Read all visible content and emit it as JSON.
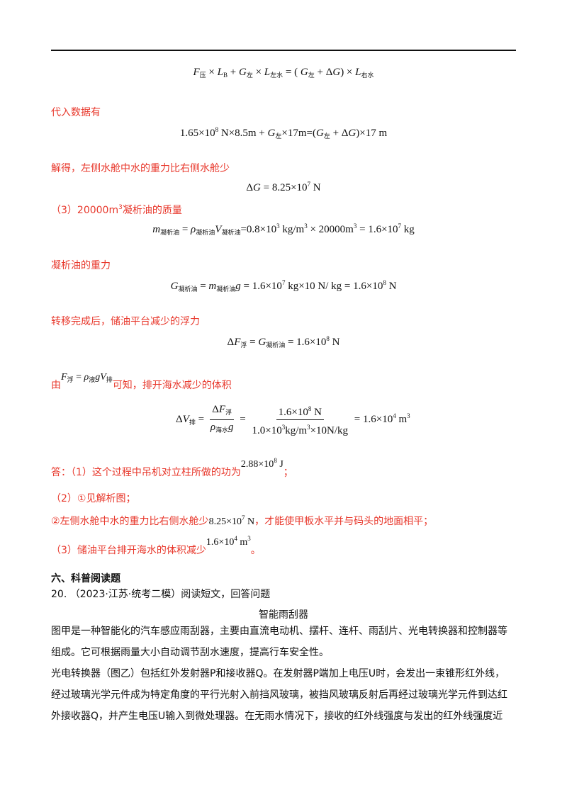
{
  "eq_torque": "F压 × L_B + G左 × L左水 = (G左 + ΔG) × L右水",
  "label_substitute": "代入数据有",
  "eq_substitute": "1.65×10^8 N×8.5m + G左×17m = (G左+ΔG)×17 m",
  "label_solve": "解得，左侧水舱中水的重力比右侧水舱少",
  "eq_deltaG": "ΔG = 8.25×10^7 N",
  "label_part3": "（3）20000m³凝析油的质量",
  "eq_mass": "m凝析油 = ρ凝析油V凝析油 = 0.8×10³ kg/m³ × 20000m³ = 1.6×10⁷ kg",
  "label_gravity": "凝析油的重力",
  "eq_gravity": "G凝析油 = m凝析油g = 1.6×10⁷ kg×10 N/kg = 1.6×10⁸ N",
  "label_buoyancy": "转移完成后，储油平台减少的浮力",
  "eq_buoyancy": "ΔF浮 = G凝析油 = 1.6×10⁸ N",
  "label_from_prefix": "由",
  "label_from_suffix": "可知，排开海水减少的体积",
  "eq_volume": "ΔV排 = ΔF浮 / (ρ海水g) = 1.6×10⁸ N / (1.0×10³kg/m³×10N/kg) = 1.6×10⁴ m³",
  "answer": {
    "a1_prefix": "答：（1）这个过程中吊机对立柱所做的功为",
    "a1_value": "2.88×10⁸ J",
    "a1_suffix": "；",
    "a2": "（2）①见解析图；",
    "a3_prefix": "②左侧水舱中水的重力比右侧水舱少",
    "a3_value": "8.25×10⁷ N",
    "a3_suffix": "，才能使甲板水平并与码头的地面相平；",
    "a4_prefix": "（3）储油平台排开海水的体积减少",
    "a4_value": "1.6×10⁴ m³",
    "a4_suffix": "。"
  },
  "section_title": "六、科普阅读题",
  "question": {
    "number": "20.",
    "source": "（2023·江苏·统考二模）阅读短文，回答问题",
    "title": "智能雨刮器",
    "paragraphs": [
      "图甲是一种智能化的汽车感应雨刮器，主要由直流电动机、摆杆、连杆、雨刮片、光电转换器和控制器等",
      "组成。它可根据雨量大小自动调节刮水速度，提高行车安全性。",
      "光电转换器（图乙）包括红外发射器P和接收器Q。在发射器P端加上电压U时，会发出一束锥形红外线，",
      "经过玻璃光学元件成为特定角度的平行光射入前挡风玻璃，被挡风玻璃反射后再经过玻璃光学元件到达红",
      "外接收器Q，并产生电压U输入到微处理器。在无雨水情况下，接收的红外线强度与发出的红外线强度近"
    ]
  }
}
